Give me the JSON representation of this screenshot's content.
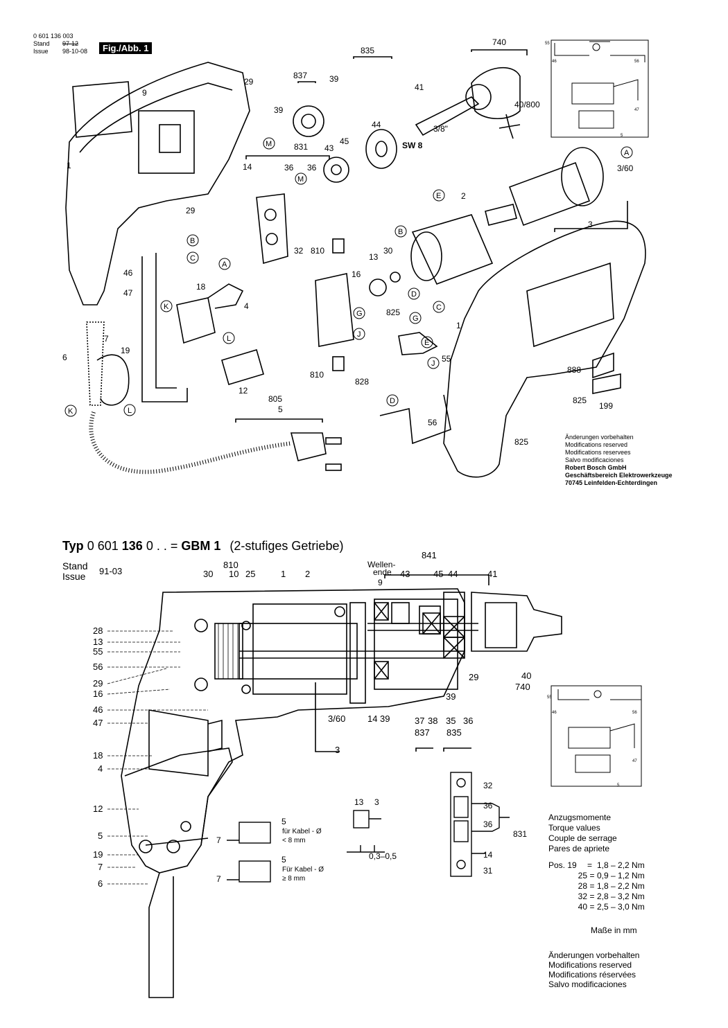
{
  "header": {
    "part_number": "0 601 136 003",
    "stand_label": "Stand",
    "issue_label": "Issue",
    "stand_date": "97-12",
    "issue_date": "98-10-08",
    "figure_label": "Fig./Abb. 1"
  },
  "exploded_view": {
    "callouts": [
      "1",
      "2",
      "3",
      "3/60",
      "4",
      "5",
      "6",
      "7",
      "9",
      "12",
      "13",
      "14",
      "16",
      "18",
      "19",
      "29",
      "30",
      "32",
      "36",
      "39",
      "40/800",
      "41",
      "43",
      "44",
      "45",
      "46",
      "47",
      "55",
      "56",
      "199",
      "740",
      "805",
      "810",
      "825",
      "828",
      "831",
      "835",
      "837",
      "888",
      "1",
      "29",
      "39",
      "36",
      "810",
      "825",
      "825"
    ],
    "letters": [
      "A",
      "B",
      "C",
      "D",
      "E",
      "G",
      "J",
      "K",
      "L",
      "M"
    ],
    "sw_label": "SW 8",
    "chuck_size": "3/8\""
  },
  "notes_top": {
    "lines": [
      "Änderungen vorbehalten",
      "Modifications reserved",
      "Modifications reservees",
      "Salvo modificaciones"
    ],
    "company": [
      "Robert Bosch GmbH",
      "Geschäftsbereich Elektrowerkzeuge",
      "70745 Leinfelden-Echterdingen"
    ]
  },
  "type_line": {
    "typ": "Typ",
    "number_prefix": "0 601",
    "number_bold": "136",
    "suffix": "0 . . =",
    "model": "GBM 1",
    "desc": "(2-stufiges Getriebe)"
  },
  "section_view": {
    "stand_label": "Stand",
    "issue_label": "Issue",
    "date": "91-03",
    "wellenende": "Wellen-\nende",
    "top_labels": [
      "810",
      "30",
      "10",
      "25",
      "1",
      "2",
      "9",
      "43",
      "45",
      "44",
      "41",
      "841"
    ],
    "left_labels": [
      "28",
      "13",
      "55",
      "56",
      "29",
      "16",
      "46",
      "47",
      "18",
      "4",
      "12",
      "5",
      "19",
      "7",
      "6"
    ],
    "bottom_labels": [
      "3/60",
      "14",
      "39",
      "37",
      "38",
      "35",
      "36",
      "837",
      "835",
      "3",
      "29",
      "39",
      "40",
      "740"
    ],
    "detail_labels": [
      "5",
      "5",
      "für Kabel - Ø",
      "< 8 mm",
      "Für Kabel - Ø",
      "≥ 8 mm",
      "7",
      "7",
      "13",
      "3",
      "0,3–0,5",
      "32",
      "36",
      "36",
      "14",
      "31",
      "831"
    ]
  },
  "torque": {
    "titles": [
      "Anzugsmomente",
      "Torque values",
      "Couple de serrage",
      "Pares de apriete"
    ],
    "rows": [
      {
        "pos": "Pos.  19",
        "eq": "=",
        "val": "1,8  –  2,2 Nm"
      },
      {
        "pos": "25",
        "eq": "=",
        "val": "0,9  –  1,2 Nm"
      },
      {
        "pos": "28",
        "eq": "=",
        "val": "1,8  –  2,2 Nm"
      },
      {
        "pos": "32",
        "eq": "=",
        "val": "2,8  –  3,2 Nm"
      },
      {
        "pos": "40",
        "eq": "=",
        "val": "2,5  –  3,0 Nm"
      }
    ],
    "units_note": "Maße in mm"
  },
  "notes_bottom": {
    "lines": [
      "Änderungen vorbehalten",
      "Modifications reserved",
      "Modifications réservées",
      "Salvo modificaciones"
    ]
  },
  "wiring_labels": [
    "55",
    "56",
    "46",
    "47"
  ]
}
